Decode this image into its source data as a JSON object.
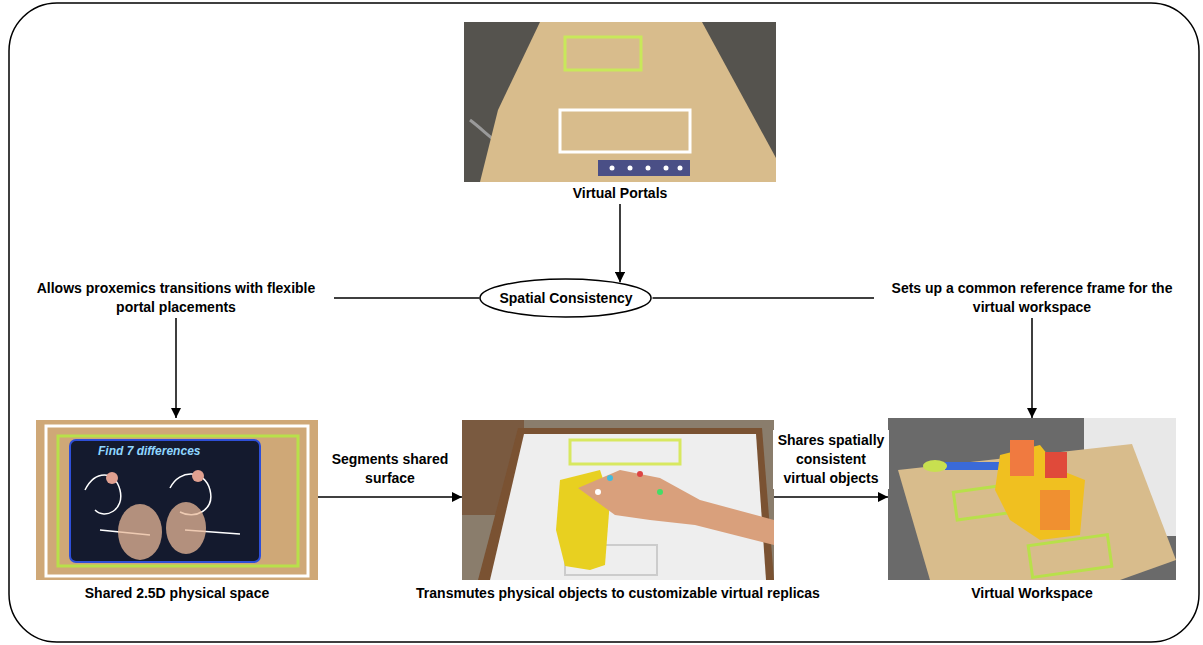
{
  "diagram": {
    "nodes": [
      {
        "text": [
          "Virtual Portals"
        ]
      },
      {
        "text": [
          "Spatial Consistency"
        ]
      },
      {
        "text": [
          "Shared 2.5D physical space"
        ]
      },
      {
        "text": [
          "Transmutes physical objects to customizable virtual replicas"
        ]
      },
      {
        "text": [
          "Virtual Workspace"
        ]
      }
    ],
    "edges": [
      {
        "from": 0,
        "to": 1,
        "arrow": "to"
      },
      {
        "from": 1,
        "to": 2,
        "label": "Allows proxemics transitions with flexible portal placements",
        "arrow": "to"
      },
      {
        "from": 1,
        "to": 4,
        "label": "Sets up a common reference frame for the virtual workspace",
        "arrow": "to"
      },
      {
        "from": 2,
        "to": 3,
        "label": "Segments shared surface",
        "arrow": "to"
      },
      {
        "from": 3,
        "to": 4,
        "label": "Shares spatially consistent virtual objects",
        "arrow": "to"
      }
    ],
    "labels": [
      "Find 7 differences"
    ]
  }
}
